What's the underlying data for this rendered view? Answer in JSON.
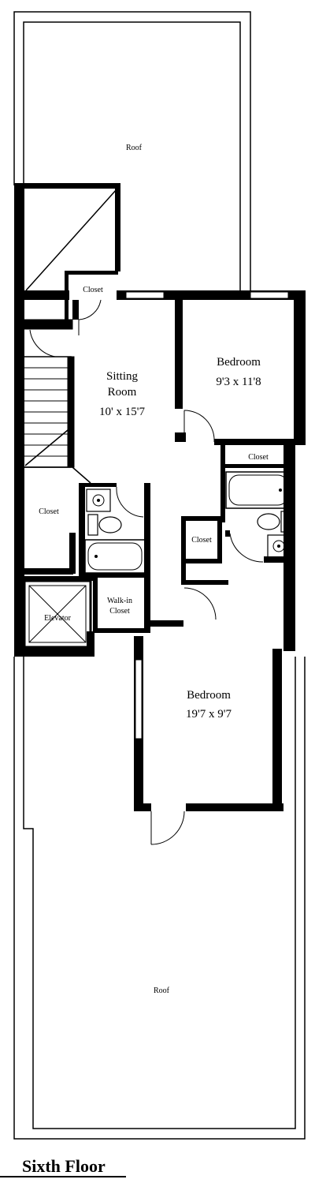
{
  "plan": {
    "title": "Sixth Floor",
    "labels": {
      "roof_top": "Roof",
      "roof_bottom": "Roof",
      "closet_top": "Closet",
      "sitting_name_1": "Sitting",
      "sitting_name_2": "Room",
      "sitting_dims": "10' x 15'7",
      "bedroom1_name": "Bedroom",
      "bedroom1_dims": "9'3 x 11'8",
      "closet_right": "Closet",
      "closet_left": "Closet",
      "closet_mid": "Closet",
      "walkin_1": "Walk-in",
      "walkin_2": "Closet",
      "elevator": "Elevator",
      "bedroom2_name": "Bedroom",
      "bedroom2_dims": "19'7 x 9'7"
    }
  }
}
